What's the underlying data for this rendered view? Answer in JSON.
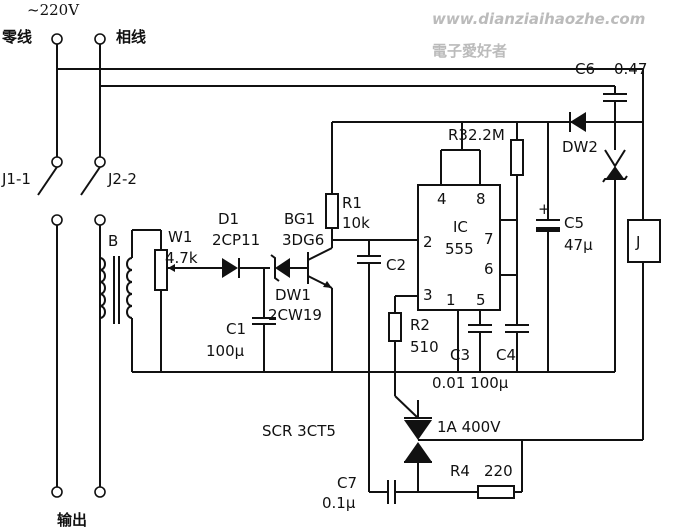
{
  "watermark": {
    "url": "www.dianziaihaozhe.com",
    "cn": "電子愛好者"
  },
  "labels": {
    "voltage": "~220V",
    "neutral": "零线",
    "phase": "相线",
    "j1": "J1-1",
    "j2": "J2-2",
    "output": "输出",
    "transformer": "B",
    "w1": "W1",
    "w1_val": "4.7k",
    "d1": "D1",
    "d1_val": "2CP11",
    "bg1": "BG1",
    "bg1_val": "3DG6",
    "dw1": "DW1",
    "dw1_val": "2CW19",
    "c1": "C1",
    "c1_val": "100μ",
    "r1": "R1",
    "r1_val": "10k",
    "c2": "C2",
    "r2": "R2",
    "r2_val": "510",
    "ic": "IC",
    "ic_val": "555",
    "pin4": "4",
    "pin8": "8",
    "pin2": "2",
    "pin7": "7",
    "pin6": "6",
    "pin3": "3",
    "pin1": "1",
    "pin5": "5",
    "r3": "R32.2M",
    "c3": "C3",
    "c4": "C4",
    "c3c4_vals": "0.01 100μ",
    "c5": "C5",
    "c5_val": "47μ",
    "c6": "C6",
    "c6_val": "0.47",
    "dw2": "DW2",
    "relay": "J",
    "scr": "SCR 3CT5",
    "scr_val": "1A 400V",
    "c7": "C7",
    "c7_val": "0.1μ",
    "r4": "R4",
    "r4_val": "220"
  }
}
